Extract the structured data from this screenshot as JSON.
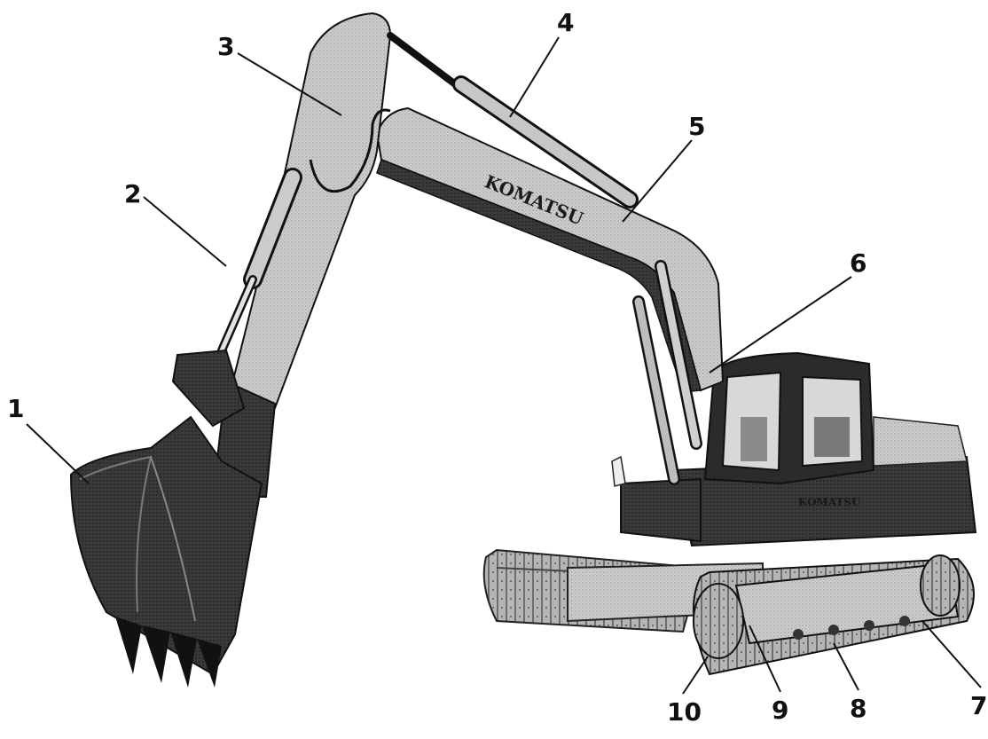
{
  "diagram": {
    "brand_boom": "KOMATSU",
    "brand_body": "KOMATSU",
    "callouts": [
      {
        "id": "c1",
        "label": "1"
      },
      {
        "id": "c2",
        "label": "2"
      },
      {
        "id": "c3",
        "label": "3"
      },
      {
        "id": "c4",
        "label": "4"
      },
      {
        "id": "c5",
        "label": "5"
      },
      {
        "id": "c6",
        "label": "6"
      },
      {
        "id": "c7",
        "label": "7"
      },
      {
        "id": "c8",
        "label": "8"
      },
      {
        "id": "c9",
        "label": "9"
      },
      {
        "id": "c10",
        "label": "10"
      }
    ]
  },
  "colors": {
    "ink": "#111111",
    "boom_fill": "#c9c9c9",
    "arm_fill": "#d0d0d0",
    "dark_fill": "#2a2a2a",
    "track_fill": "#9a9a9a",
    "background": "#ffffff"
  }
}
